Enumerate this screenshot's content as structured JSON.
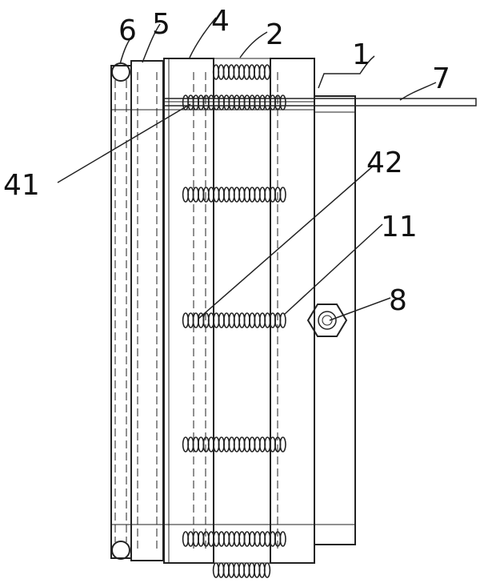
{
  "labels": {
    "l1": "1",
    "l2": "2",
    "l4": "4",
    "l5": "5",
    "l6": "6",
    "l7": "7",
    "l8": "8",
    "l11": "11",
    "l41": "41",
    "l42": "42"
  }
}
